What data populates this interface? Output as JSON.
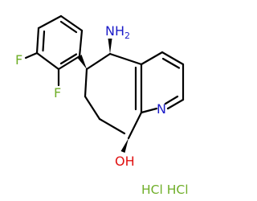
{
  "molecule": {
    "atoms": {
      "amine": {
        "text": "NH",
        "subscript": "2"
      },
      "fluoro_1": "F",
      "fluoro_2": "F",
      "pyridine_n": "N",
      "hydroxyl": "OH"
    },
    "salt": "HCl HCl"
  },
  "colors": {
    "bond": "#000000",
    "nitrogen": "#1c1cc8",
    "oxygen": "#e01010",
    "fluorine": "#6fae28",
    "salt": "#6fae28"
  }
}
